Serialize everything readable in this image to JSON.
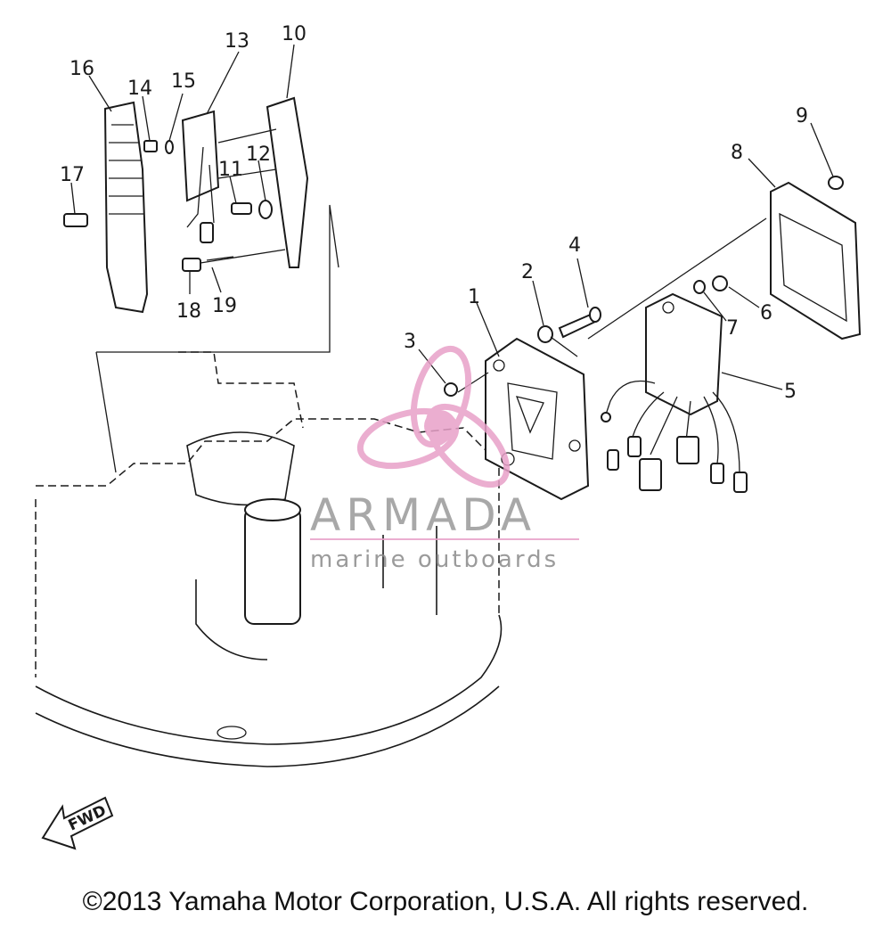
{
  "diagram": {
    "callouts": [
      "1",
      "2",
      "3",
      "4",
      "5",
      "6",
      "7",
      "8",
      "9",
      "10",
      "11",
      "12",
      "13",
      "14",
      "15",
      "16",
      "17",
      "18",
      "19"
    ],
    "fwd_label": "FWD"
  },
  "watermark": {
    "brand": "ARMADA",
    "tagline": "marine outboards",
    "accent_color": "#e8a0c8",
    "text_color": "#9a9a9a"
  },
  "footer": {
    "copyright": "©2013 Yamaha Motor Corporation, U.S.A. All rights reserved."
  }
}
